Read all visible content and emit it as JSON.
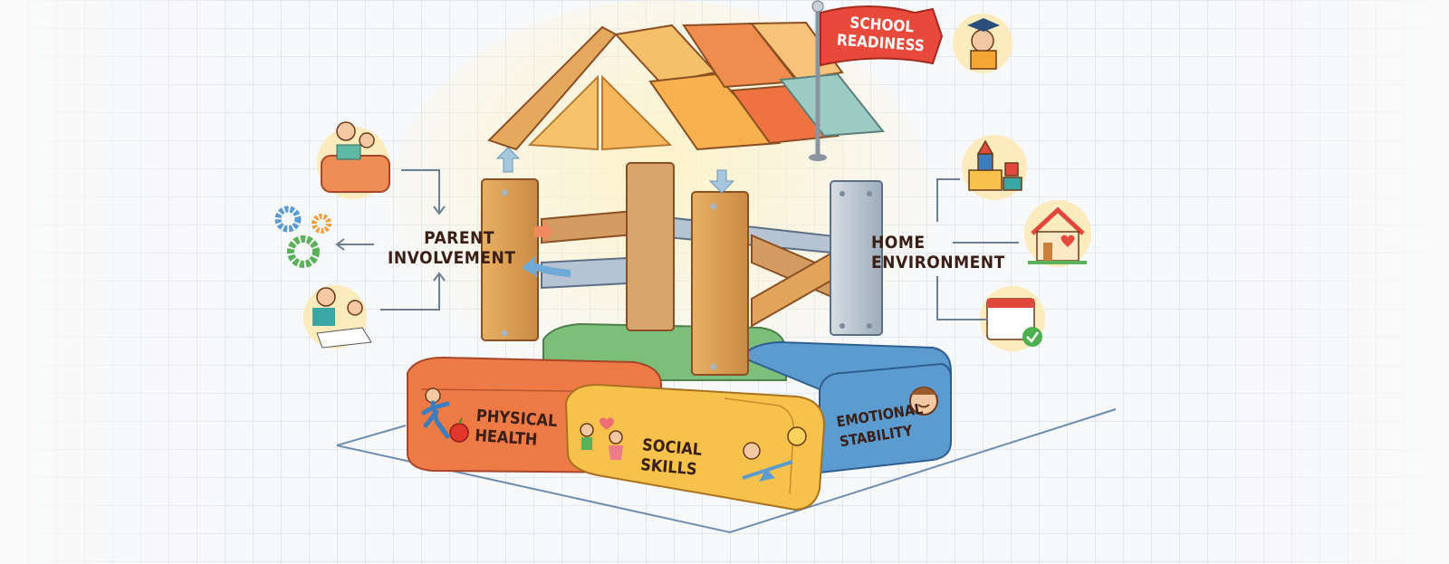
{
  "diagram": {
    "title_flag": "SCHOOL READINESS",
    "title_flag_lines": [
      "SCHOOL",
      "READINESS"
    ],
    "roof_label": "School readiness (roof)",
    "pillars": {
      "left": {
        "label_lines": [
          "PARENT",
          "INVOLVEMENT"
        ],
        "material": "wood"
      },
      "right": {
        "label_lines": [
          "HOME",
          "ENVIRONMENT"
        ],
        "material": "steel"
      }
    },
    "foundation_blocks": [
      {
        "id": "physical",
        "label_lines": [
          "PHYSICAL",
          "HEALTH"
        ],
        "color": "#ee7a45",
        "icons": [
          "running-child-icon",
          "apple-icon"
        ]
      },
      {
        "id": "social",
        "label_lines": [
          "SOCIAL",
          "SKILLS"
        ],
        "color": "#f6c24c",
        "icons": [
          "children-high-five-icon",
          "heart-icon",
          "seesaw-icon"
        ]
      },
      {
        "id": "emotional",
        "label_lines": [
          "EMOTIONAL",
          "STABILITY"
        ],
        "color": "#5b9bd0",
        "icons": [
          "smiling-face-icon"
        ]
      },
      {
        "id": "back",
        "label_lines": [],
        "color": "#7cbf7a",
        "icons": []
      }
    ],
    "parent_involvement_icons": [
      "parent-reading-to-child-icon",
      "gears-icon",
      "parent-drawing-with-child-icon"
    ],
    "home_environment_icons": [
      "toy-blocks-icon",
      "house-with-hearts-icon",
      "calendar-check-icon"
    ],
    "graduate_icon": "graduate-reading-icon",
    "colors": {
      "wood": "#d99a4e",
      "wood_dark": "#8a4f22",
      "steel": "#b8c3cf",
      "flag": "#e8493a",
      "outline": "#6b3a1c",
      "arrow_blue": "#7fa9c4",
      "connector": "#6d7f94"
    }
  }
}
